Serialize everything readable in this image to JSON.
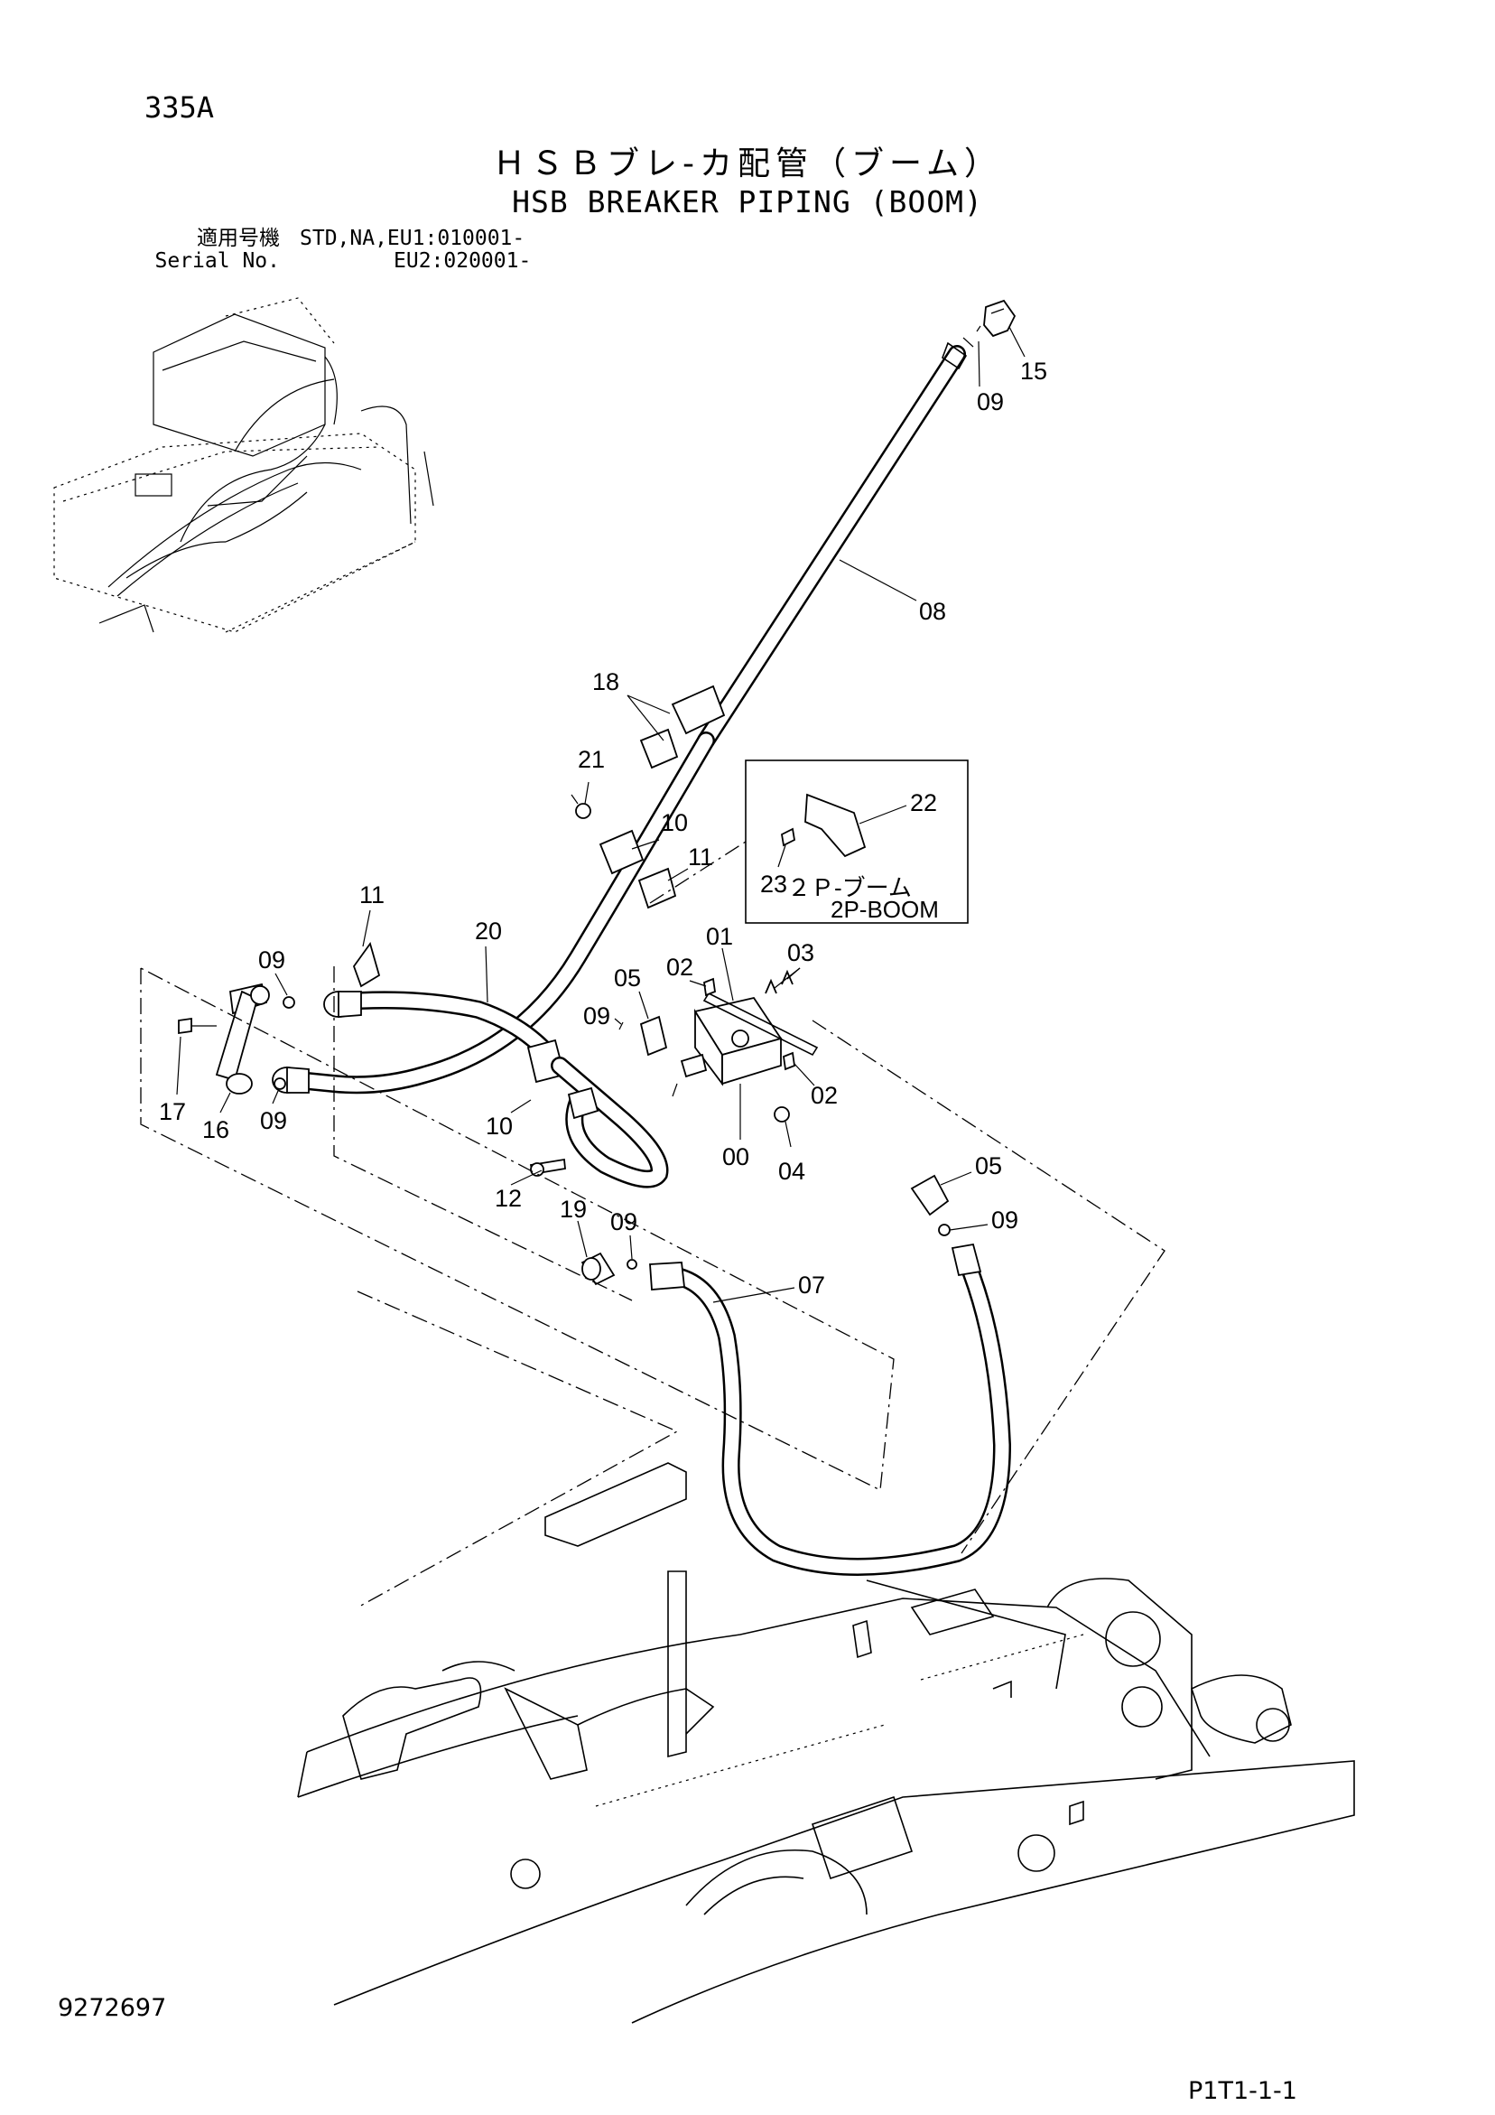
{
  "header": {
    "page_id": "335A",
    "title_jp": "ＨＳＢブレ-カ配管（ブーム）",
    "title_en": "HSB BREAKER PIPING (BOOM)"
  },
  "serial": {
    "label_jp": "適用号機",
    "label_en": "Serial No.",
    "line1": "STD,NA,EU1:010001-",
    "line2": "EU2:020001-"
  },
  "inset_box": {
    "label_jp": "２Ｐ-ブーム",
    "label_en": "2P-BOOM",
    "callouts": [
      "22",
      "23"
    ]
  },
  "callouts": {
    "c15": "15",
    "c09a": "09",
    "c08": "08",
    "c18": "18",
    "c21": "21",
    "c10a": "10",
    "c11a": "11",
    "c11b": "11",
    "c20": "20",
    "c09b": "09",
    "c17": "17",
    "c16": "16",
    "c09c": "09",
    "c01": "01",
    "c02a": "02",
    "c03": "03",
    "c05a": "05",
    "c09d": "09",
    "c02b": "02",
    "c10b": "10",
    "c00": "00",
    "c04": "04",
    "c05b": "05",
    "c09e": "09",
    "c12": "12",
    "c19": "19",
    "c09f": "09",
    "c07": "07"
  },
  "footer": {
    "doc_number": "9272697",
    "sheet_ref": "P1T1-1-1"
  }
}
